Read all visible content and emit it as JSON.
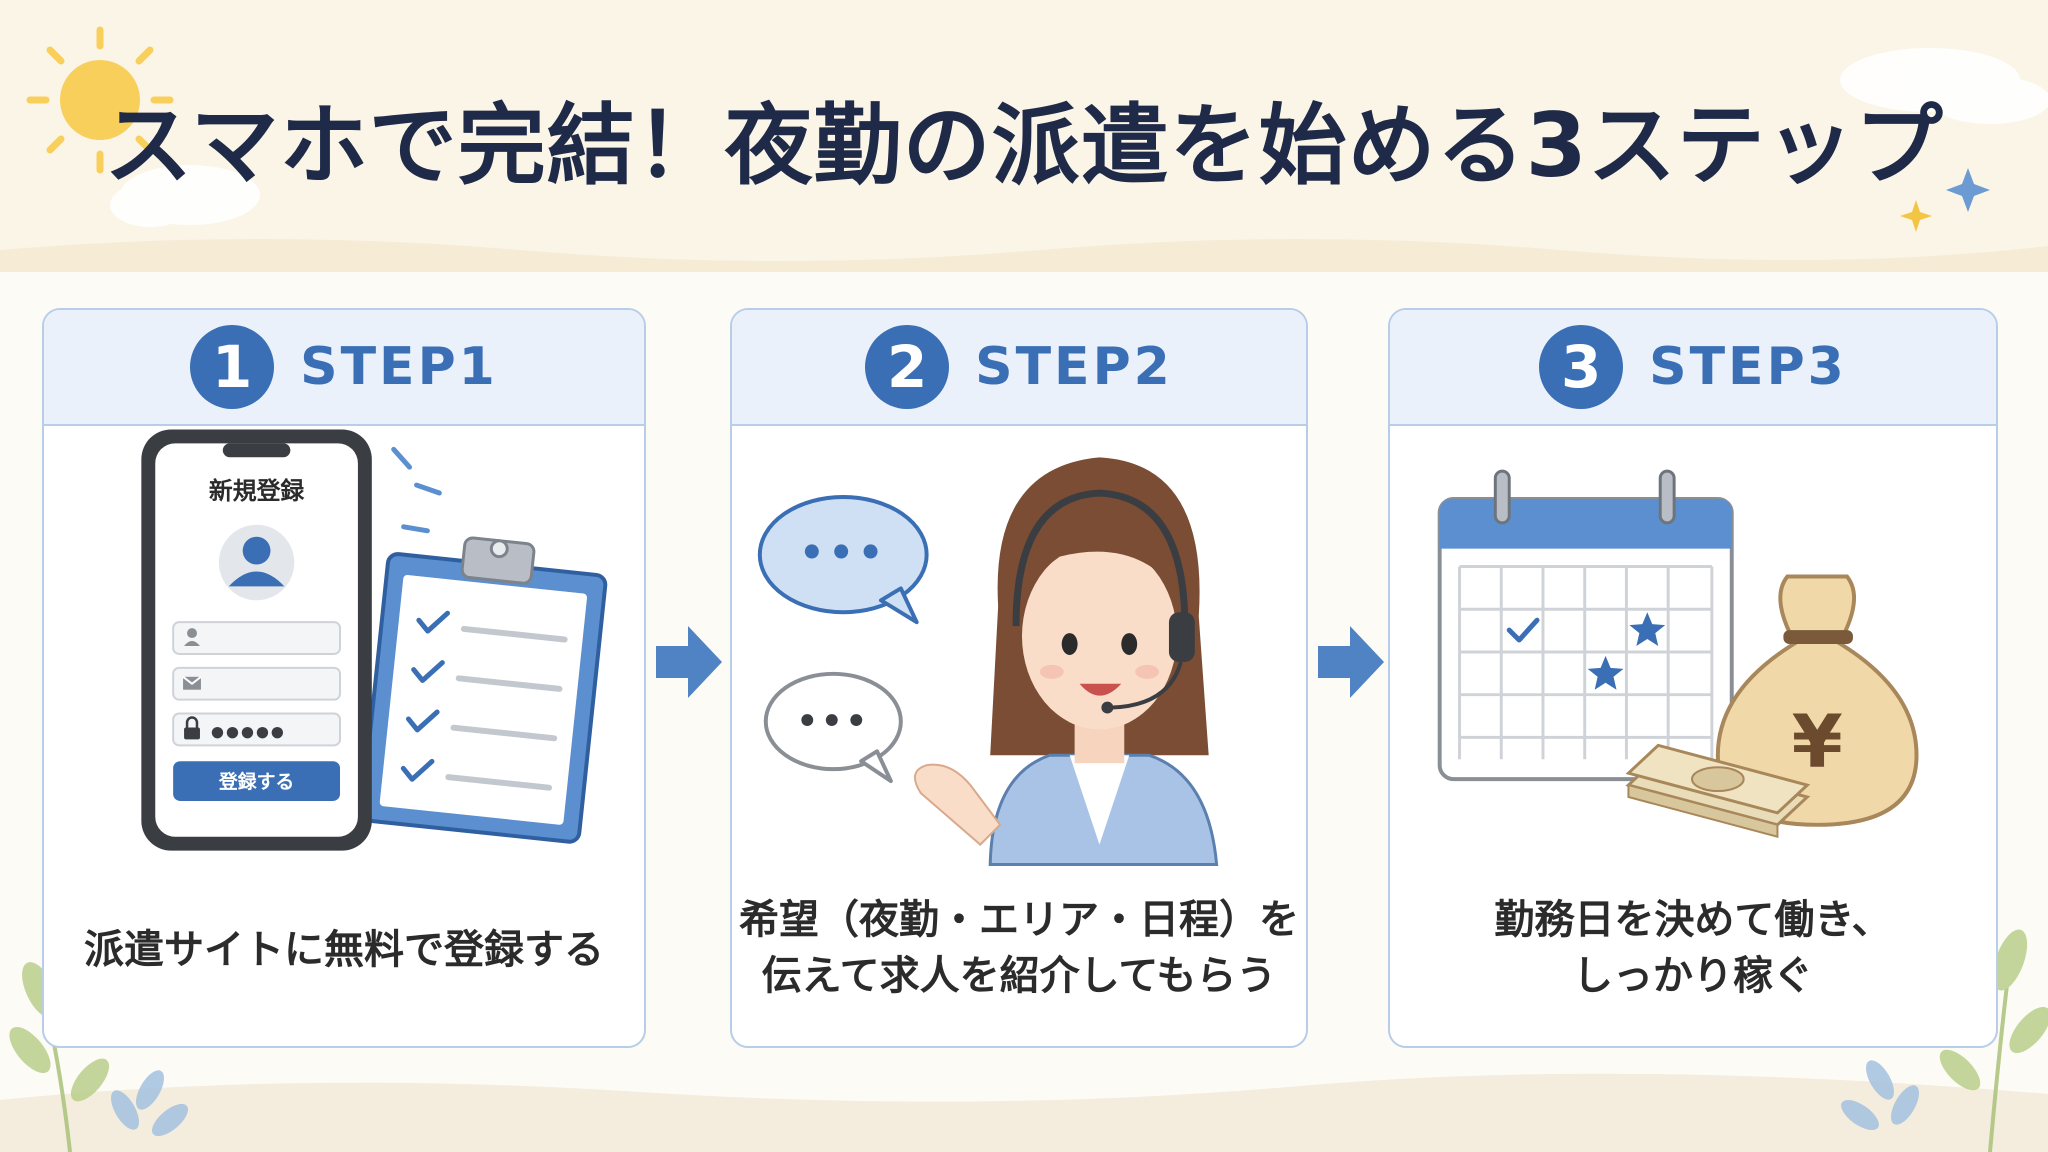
{
  "title": "スマホで完結！夜勤の派遣を始める3ステップ",
  "colors": {
    "accent": "#3a6fb5",
    "card_border": "#b7cde8",
    "header_bg": "#eaf1fa",
    "title": "#1e2a47"
  },
  "steps": [
    {
      "number": "1",
      "label": "STEP1",
      "text": "派遣サイトに無料で登録する",
      "phone": {
        "title": "新規登録",
        "password_mask": "●●●●●",
        "button": "登録する"
      },
      "icons": [
        "smartphone-icon",
        "user-avatar-icon",
        "clipboard-checklist-icon"
      ]
    },
    {
      "number": "2",
      "label": "STEP2",
      "text_lines": [
        "希望（夜勤・エリア・日程）を",
        "伝えて求人を紹介してもらう"
      ],
      "bubble_text": "•••",
      "icons": [
        "speech-bubble-icon",
        "operator-with-headset-icon"
      ]
    },
    {
      "number": "3",
      "label": "STEP3",
      "text_lines": [
        "勤務日を決めて働き、",
        "しっかり稼ぐ"
      ],
      "money_symbol": "¥",
      "icons": [
        "calendar-icon",
        "money-bag-icon",
        "banknotes-icon"
      ]
    }
  ]
}
